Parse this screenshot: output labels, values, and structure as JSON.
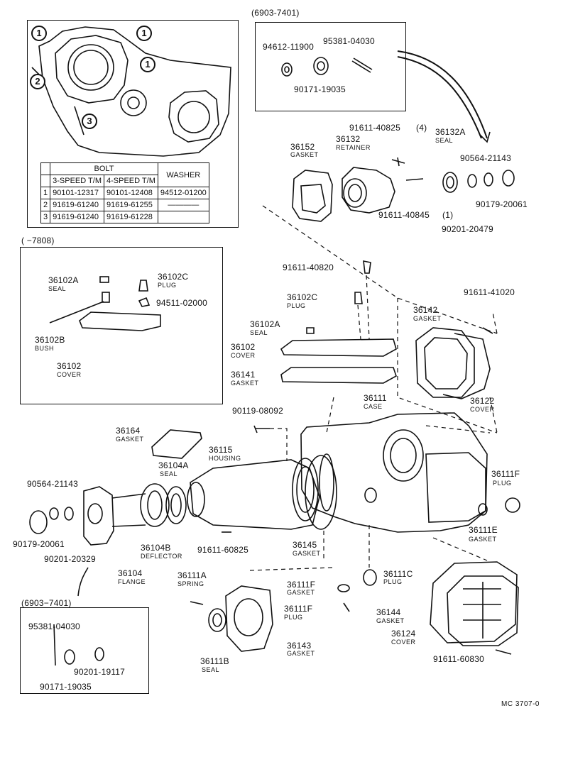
{
  "boxes": {
    "top_right_range": "(6903-7401)",
    "left_range": "(      −7808)",
    "bottom_left_range": "(6903−7401)"
  },
  "bolt_table": {
    "header_bolt": "BOLT",
    "header_washer": "WASHER",
    "col_3speed": "3-SPEED T/M",
    "col_4speed": "4-SPEED T/M",
    "rows": [
      {
        "n": "1",
        "a": "90101-12317",
        "b": "90101-12408",
        "c": "94512-01200"
      },
      {
        "n": "2",
        "a": "91619-61240",
        "b": "91619-61255",
        "c": ""
      },
      {
        "n": "3",
        "a": "91619-61240",
        "b": "91619-61228",
        "c": ""
      }
    ]
  },
  "callouts": {
    "c1": "1",
    "c2": "2",
    "c3": "3"
  },
  "labels": {
    "p94612_11900": "94612-11900",
    "p95381_04030_a": "95381-04030",
    "p90171_19035_a": "90171-19035",
    "p91611_40825": "91611-40825",
    "qty4": "(4)",
    "p36132A": "36132A",
    "seal_a": "SEAL",
    "p36152": "36152",
    "gasket_a": "GASKET",
    "p36132": "36132",
    "retainer": "RETAINER",
    "p90564_21143_a": "90564-21143",
    "p91611_40845": "91611-40845",
    "qty1": "(1)",
    "p90179_20061_a": "90179-20061",
    "p90201_20479": "90201-20479",
    "p36102A_a": "36102A",
    "seal_b": "SEAL",
    "p36102C_a": "36102C",
    "plug_a": "PLUG",
    "p94511_02000": "94511-02000",
    "p36102B": "36102B",
    "bush": "BUSH",
    "p36102_a": "36102",
    "cover_a": "COVER",
    "p91611_40820": "91611-40820",
    "p36102C_b": "36102C",
    "plug_b": "PLUG",
    "p91611_41020": "91611-41020",
    "p36142": "36142",
    "gasket_b": "GASKET",
    "p36102A_b": "36102A",
    "seal_c": "SEAL",
    "p36102_b": "36102",
    "cover_b": "COVER",
    "p36141": "36141",
    "gasket_c": "GASKET",
    "p36122": "36122",
    "cover_c": "COVER",
    "p36111": "36111",
    "case": "CASE",
    "p90119_08092": "90119-08092",
    "p36164": "36164",
    "gasket_d": "GASKET",
    "p36115": "36115",
    "housing": "HOUSING",
    "p36104A": "36104A",
    "seal_d": "SEAL",
    "p36111F_a": "36111F",
    "plug_c": "PLUG",
    "p90564_21143_b": "90564-21143",
    "p36111E": "36111E",
    "gasket_e": "GASKET",
    "p90179_20061_b": "90179-20061",
    "p36104B": "36104B",
    "deflector": "DEFLECTOR",
    "p91611_60825": "91611-60825",
    "p36145": "36145",
    "gasket_f": "GASKET",
    "p90201_20329": "90201-20329",
    "p36104": "36104",
    "flange": "FLANGE",
    "p36111A": "36111A",
    "spring": "SPRING",
    "p36111F_b": "36111F",
    "gasket_g": "GASKET",
    "p36111C": "36111C",
    "plug_d": "PLUG",
    "p36111F_c": "36111F",
    "plug_e": "PLUG",
    "p36144": "36144",
    "gasket_h": "GASKET",
    "p36124": "36124",
    "cover_d": "COVER",
    "p95381_04030_b": "95381-04030",
    "p36143": "36143",
    "gasket_i": "GASKET",
    "p36111B": "36111B",
    "seal_e": "SEAL",
    "p90201_19117": "90201-19117",
    "p90171_19035_b": "90171-19035",
    "p91611_60830": "91611-60830",
    "footer_code": "MC 3707-0"
  }
}
